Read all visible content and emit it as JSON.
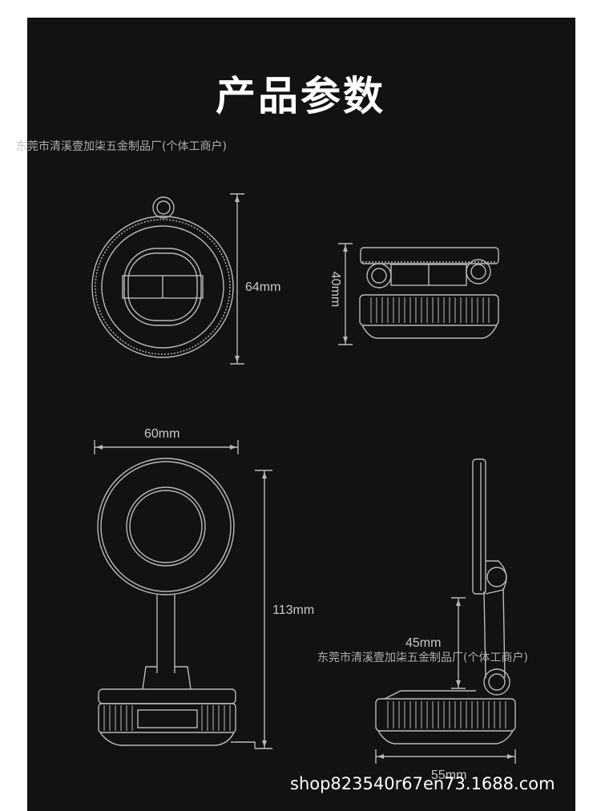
{
  "title": "产品参数",
  "watermark": "东莞市清溪壹加柒五金制品厂(个体工商户)",
  "shop_url": "shop823540r67en73.1688.com",
  "dimensions": {
    "top_view_diameter": "64mm",
    "side_height": "40mm",
    "front_width": "60mm",
    "front_height": "113mm",
    "side_arm_height": "45mm",
    "side_base_width": "55mm"
  },
  "colors": {
    "background": "#111214",
    "outline": "#b9b9b9",
    "text": "#ffffff"
  }
}
